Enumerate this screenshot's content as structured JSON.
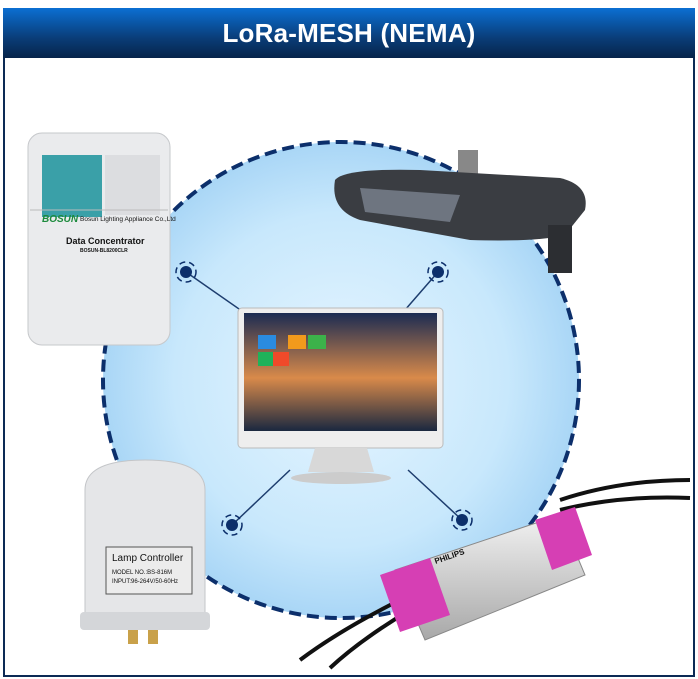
{
  "header": {
    "title": "LoRa-MESH (NEMA)"
  },
  "devices": {
    "data_concentrator": {
      "brand": "BOSUN",
      "company": "Bosun Lighting Appliance Co.,Ltd",
      "name": "Data Concentrator",
      "model": "BOSUN-BL8200CLR"
    },
    "lamp_controller": {
      "name": "Lamp Controller",
      "model": "MODEL NO.:BS-816M",
      "input": "INPUT:96-264V/50-60Hz"
    },
    "driver": {
      "brand": "PHILIPS"
    }
  },
  "colors": {
    "header_top": "#0b6fd2",
    "header_bottom": "#06244a",
    "circle_border": "#0c2f6b",
    "circle_fill": "#bfe3fb"
  }
}
